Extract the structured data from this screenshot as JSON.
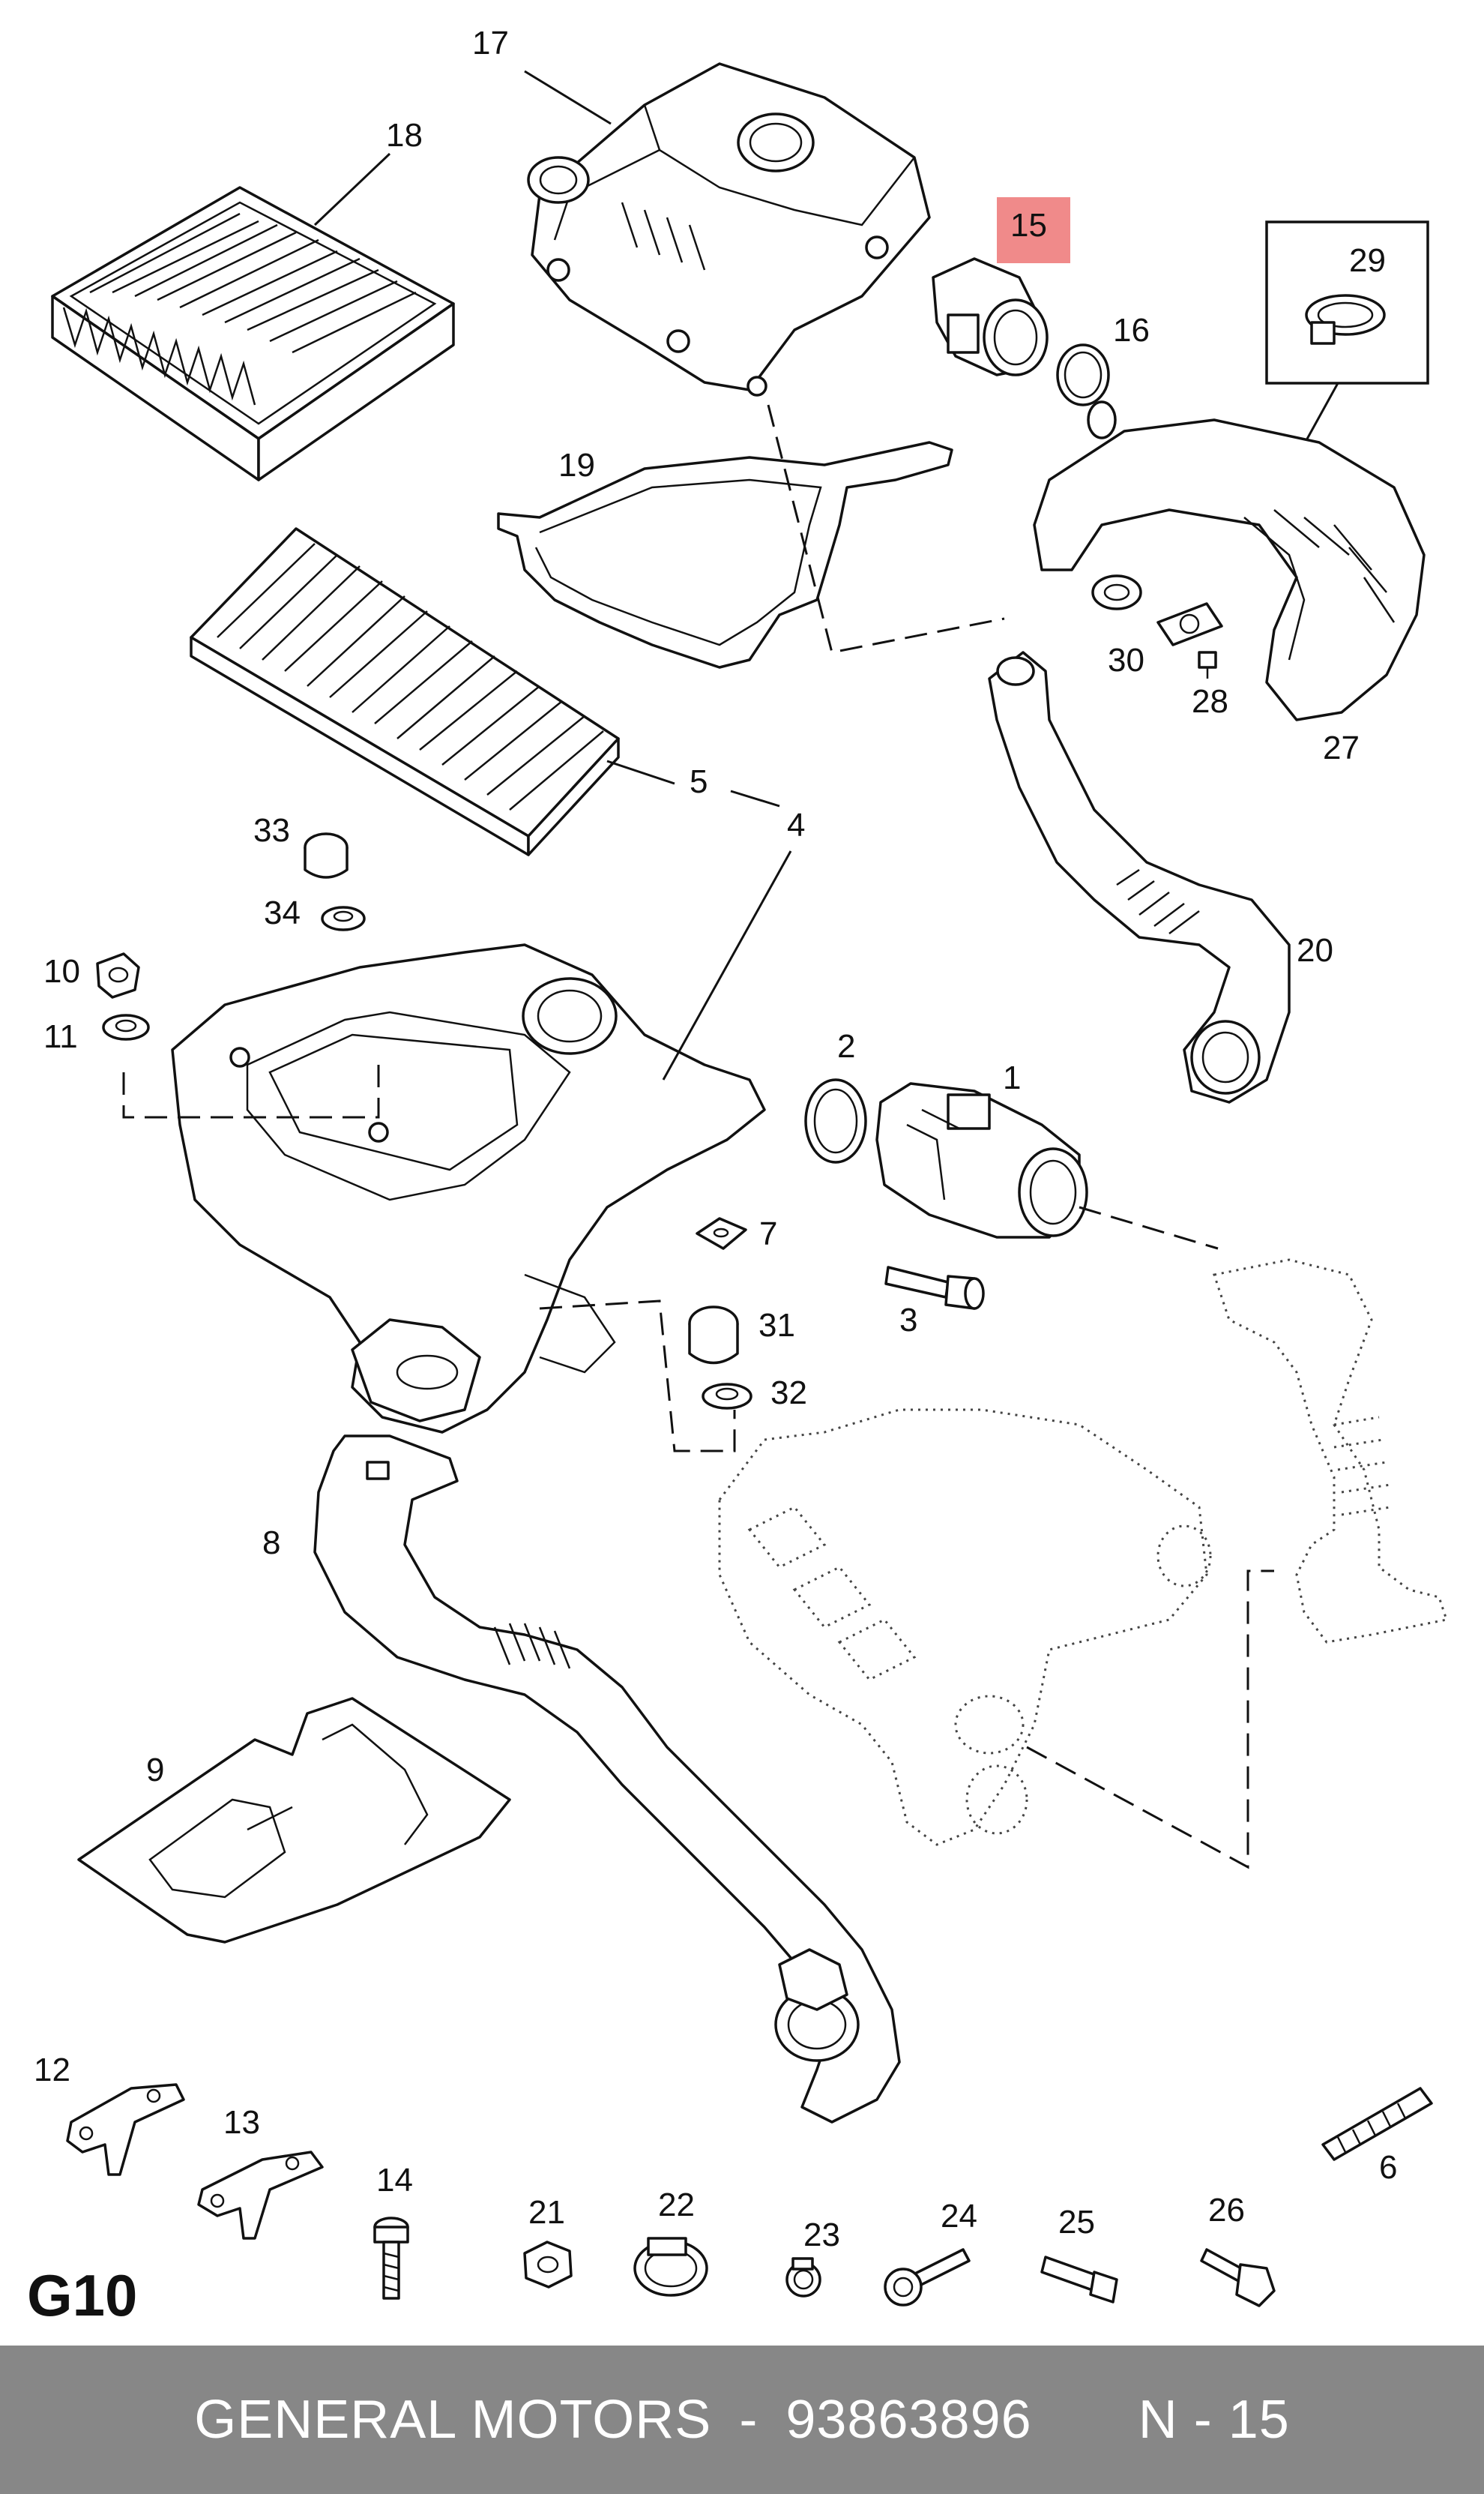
{
  "diagram": {
    "section_code": "G10",
    "highlight_color": "#f08a8a",
    "highlighted_part": "15",
    "callouts": [
      "1",
      "2",
      "3",
      "4",
      "5",
      "6",
      "7",
      "8",
      "9",
      "10",
      "11",
      "12",
      "13",
      "14",
      "15",
      "16",
      "17",
      "18",
      "19",
      "20",
      "21",
      "22",
      "23",
      "24",
      "25",
      "26",
      "27",
      "28",
      "29",
      "30",
      "31",
      "32",
      "33",
      "34"
    ]
  },
  "footer": {
    "brand": "GENERAL MOTORS",
    "separator": "-",
    "part_number": "93863896",
    "position_ref": "N - 15",
    "background": "#878787"
  }
}
